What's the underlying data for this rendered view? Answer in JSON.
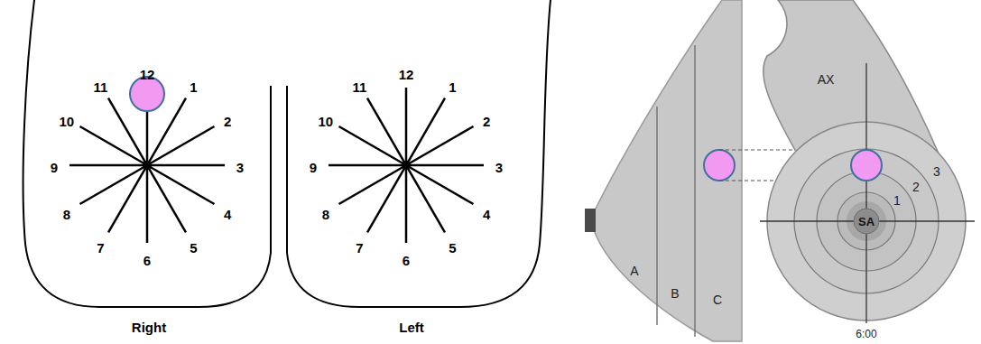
{
  "diagram": {
    "nodes": [
      {
        "text": [
          "SA"
        ]
      }
    ],
    "labels": [
      "12",
      "11",
      "1",
      "10",
      "2",
      "9",
      "3",
      "8",
      "4",
      "7",
      "5",
      "6",
      "12",
      "11",
      "1",
      "10",
      "2",
      "9",
      "3",
      "8",
      "4",
      "7",
      "5",
      "6",
      "Right",
      "Left",
      "AX",
      "3",
      "2",
      "1",
      "A",
      "B",
      "C",
      "6:00"
    ]
  }
}
